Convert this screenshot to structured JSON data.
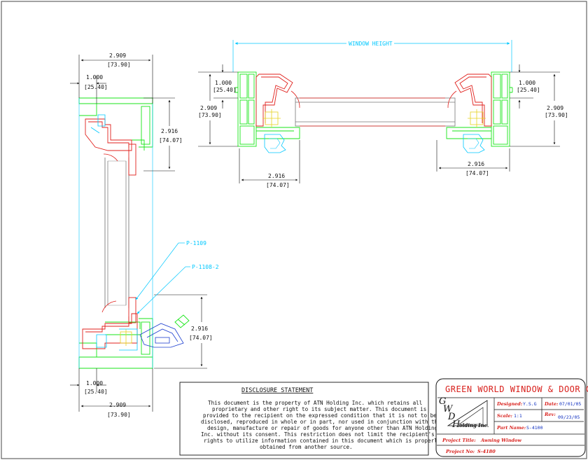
{
  "dimensions": {
    "window_height": "WINDOW HEIGHT",
    "w2909_in": "2.909",
    "w2909_mm": "[73.90]",
    "w1000_in": "1.000",
    "w1000_mm": "[25.40]",
    "w2916_in": "2.916",
    "w2916_mm": "[74.07]"
  },
  "leaders": {
    "p1109": "P-1109",
    "p1108": "P-1108-2"
  },
  "disclosure": {
    "title": "DISCLOSURE STATEMENT",
    "lines": [
      "This document is the property of ATN Holding Inc. which retains all",
      "proprietary and other right to its subject matter.  This document is",
      "provided to the recipient on the expressed condition that it is not to be",
      "disclosed, reproduced in whole or in part, nor used in conjunction with the",
      "design, manufacture or repair of goods for anyone other than ATN Holding",
      "Inc. without its consent.  This restriction does not limit the recipient's",
      "rights to utilize information contained in this document which is properly",
      "obtained from another source."
    ]
  },
  "title_block": {
    "company": "GREEN WORLD WINDOW & DOOR CORP.",
    "logo_letters": [
      "G",
      "W",
      "D",
      "H"
    ],
    "logo_sub": "olding Inc.",
    "designed_label": "Designed:",
    "designed_value": "Y.S.G",
    "date_label": "Date:",
    "date_value": "07/01/05",
    "scale_label": "Scale:",
    "scale_value": "1:1",
    "rev_label": "Rev:",
    "rev_value": "09/23/05",
    "part_label": "Part Name:",
    "part_value": "S-4100",
    "project_title_label": "Project Title:",
    "project_title_value": "Awning Window",
    "project_no_label": "Project No:",
    "project_no_value": "S-4180"
  }
}
